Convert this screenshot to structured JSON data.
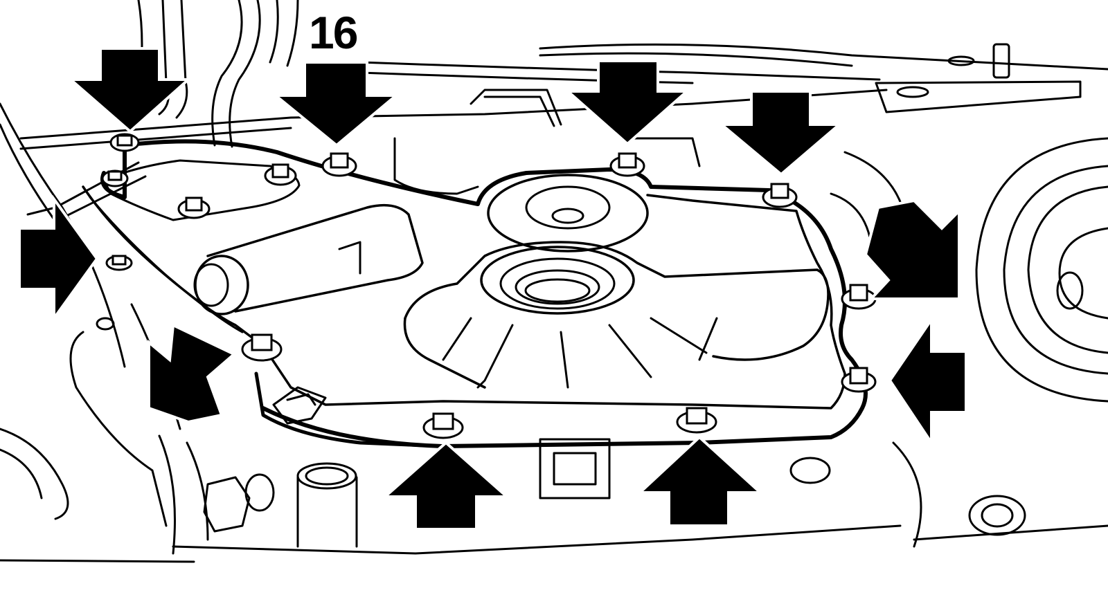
{
  "figure": {
    "label": "16",
    "ink": "#000000",
    "paper": "#ffffff",
    "bolt_callouts": [
      {
        "id": "bolt-1",
        "pointing": "down"
      },
      {
        "id": "bolt-2",
        "pointing": "down"
      },
      {
        "id": "bolt-3",
        "pointing": "down"
      },
      {
        "id": "bolt-4",
        "pointing": "down"
      },
      {
        "id": "bolt-5",
        "pointing": "down-right"
      },
      {
        "id": "bolt-6",
        "pointing": "left"
      },
      {
        "id": "bolt-7",
        "pointing": "up"
      },
      {
        "id": "bolt-8",
        "pointing": "up"
      },
      {
        "id": "bolt-9",
        "pointing": "up-left"
      },
      {
        "id": "bolt-10",
        "pointing": "right"
      }
    ]
  }
}
